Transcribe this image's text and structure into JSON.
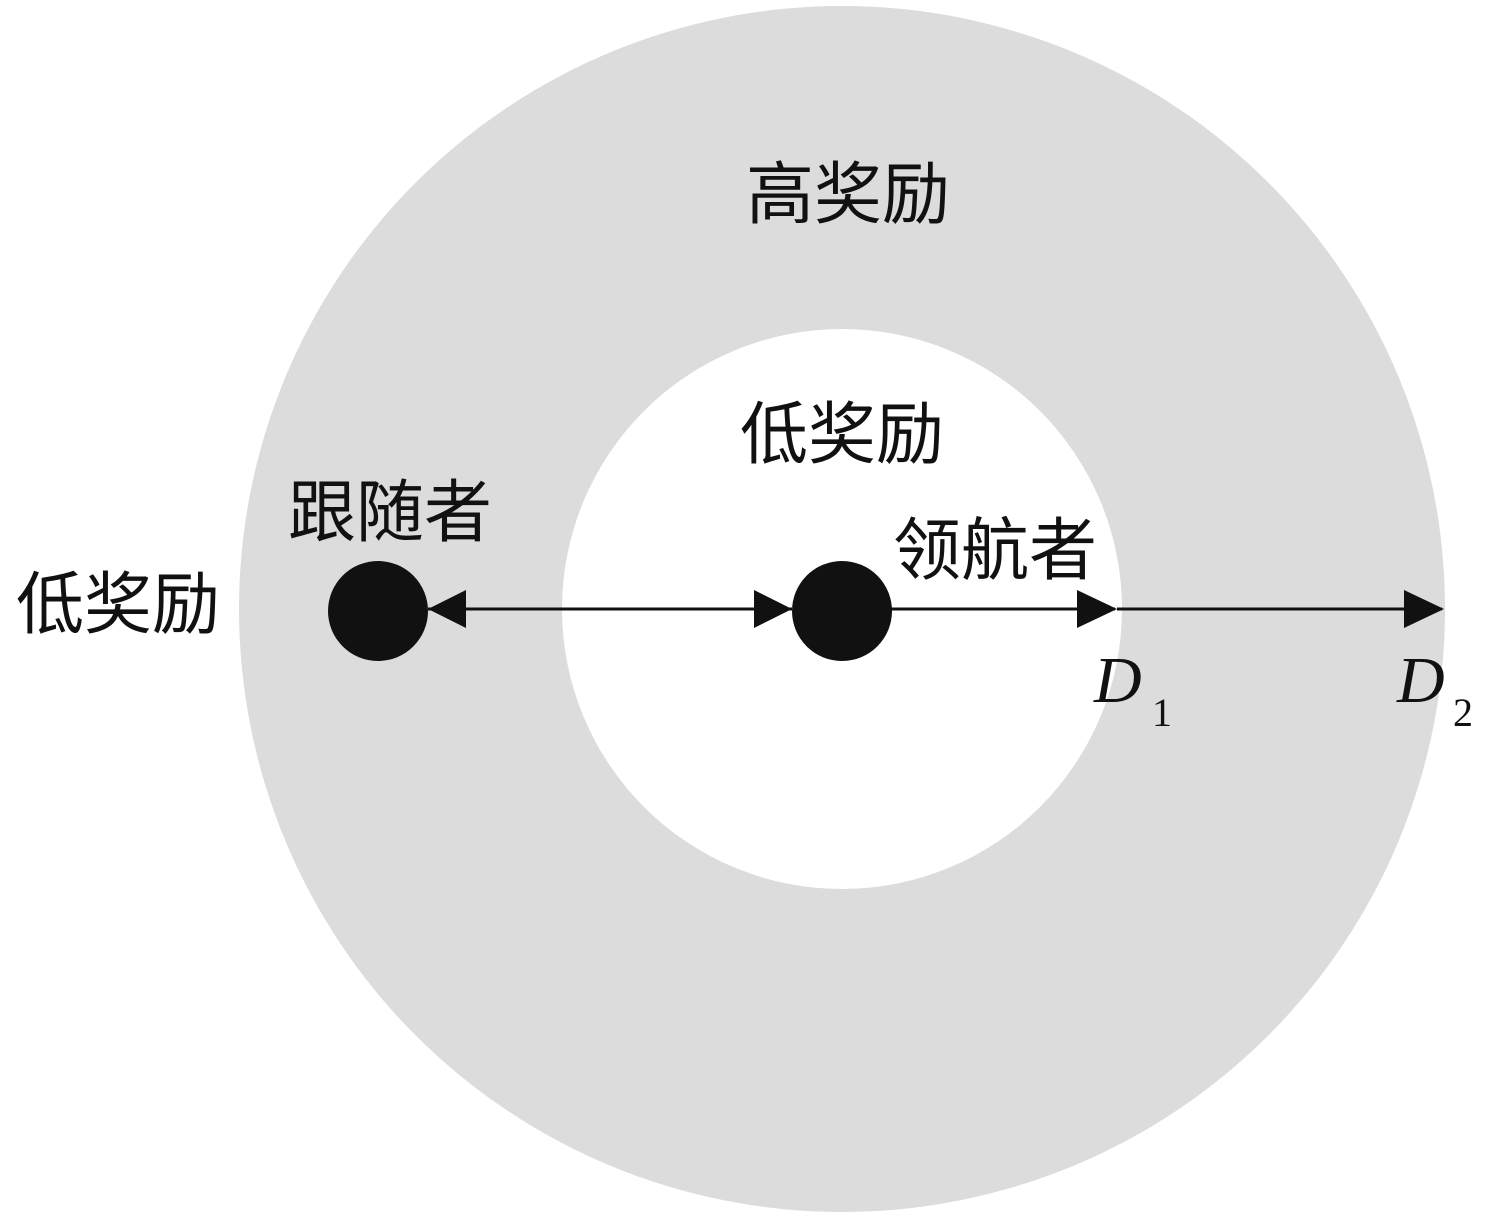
{
  "colors": {
    "outer_zone": "#dcdcdc",
    "inner_zone": "#ffffff",
    "ink": "#111111"
  },
  "zones": {
    "outer_high": {
      "label": "高奖励"
    },
    "inner_low": {
      "label": "低奖励"
    },
    "outside_low": {
      "label": "低奖励"
    }
  },
  "agents": {
    "follower": {
      "label": "跟随者"
    },
    "leader": {
      "label": "领航者"
    }
  },
  "radii": {
    "d1": {
      "symbol": "D",
      "subscript": "1"
    },
    "d2": {
      "symbol": "D",
      "subscript": "2"
    }
  }
}
